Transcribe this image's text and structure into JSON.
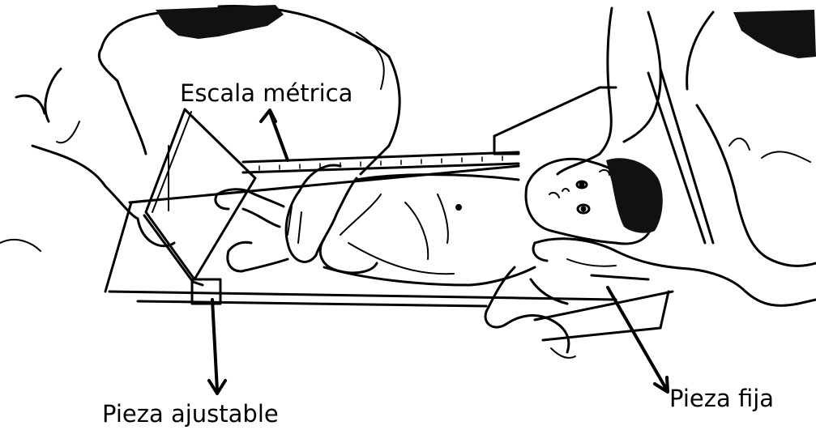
{
  "labels": {
    "metric_scale": "Escala métrica",
    "adjustable_piece": "Pieza ajustable",
    "fixed_piece": "Pieza fija"
  },
  "colors": {
    "line": "#000000",
    "background": "#ffffff",
    "hair": "#111111"
  }
}
